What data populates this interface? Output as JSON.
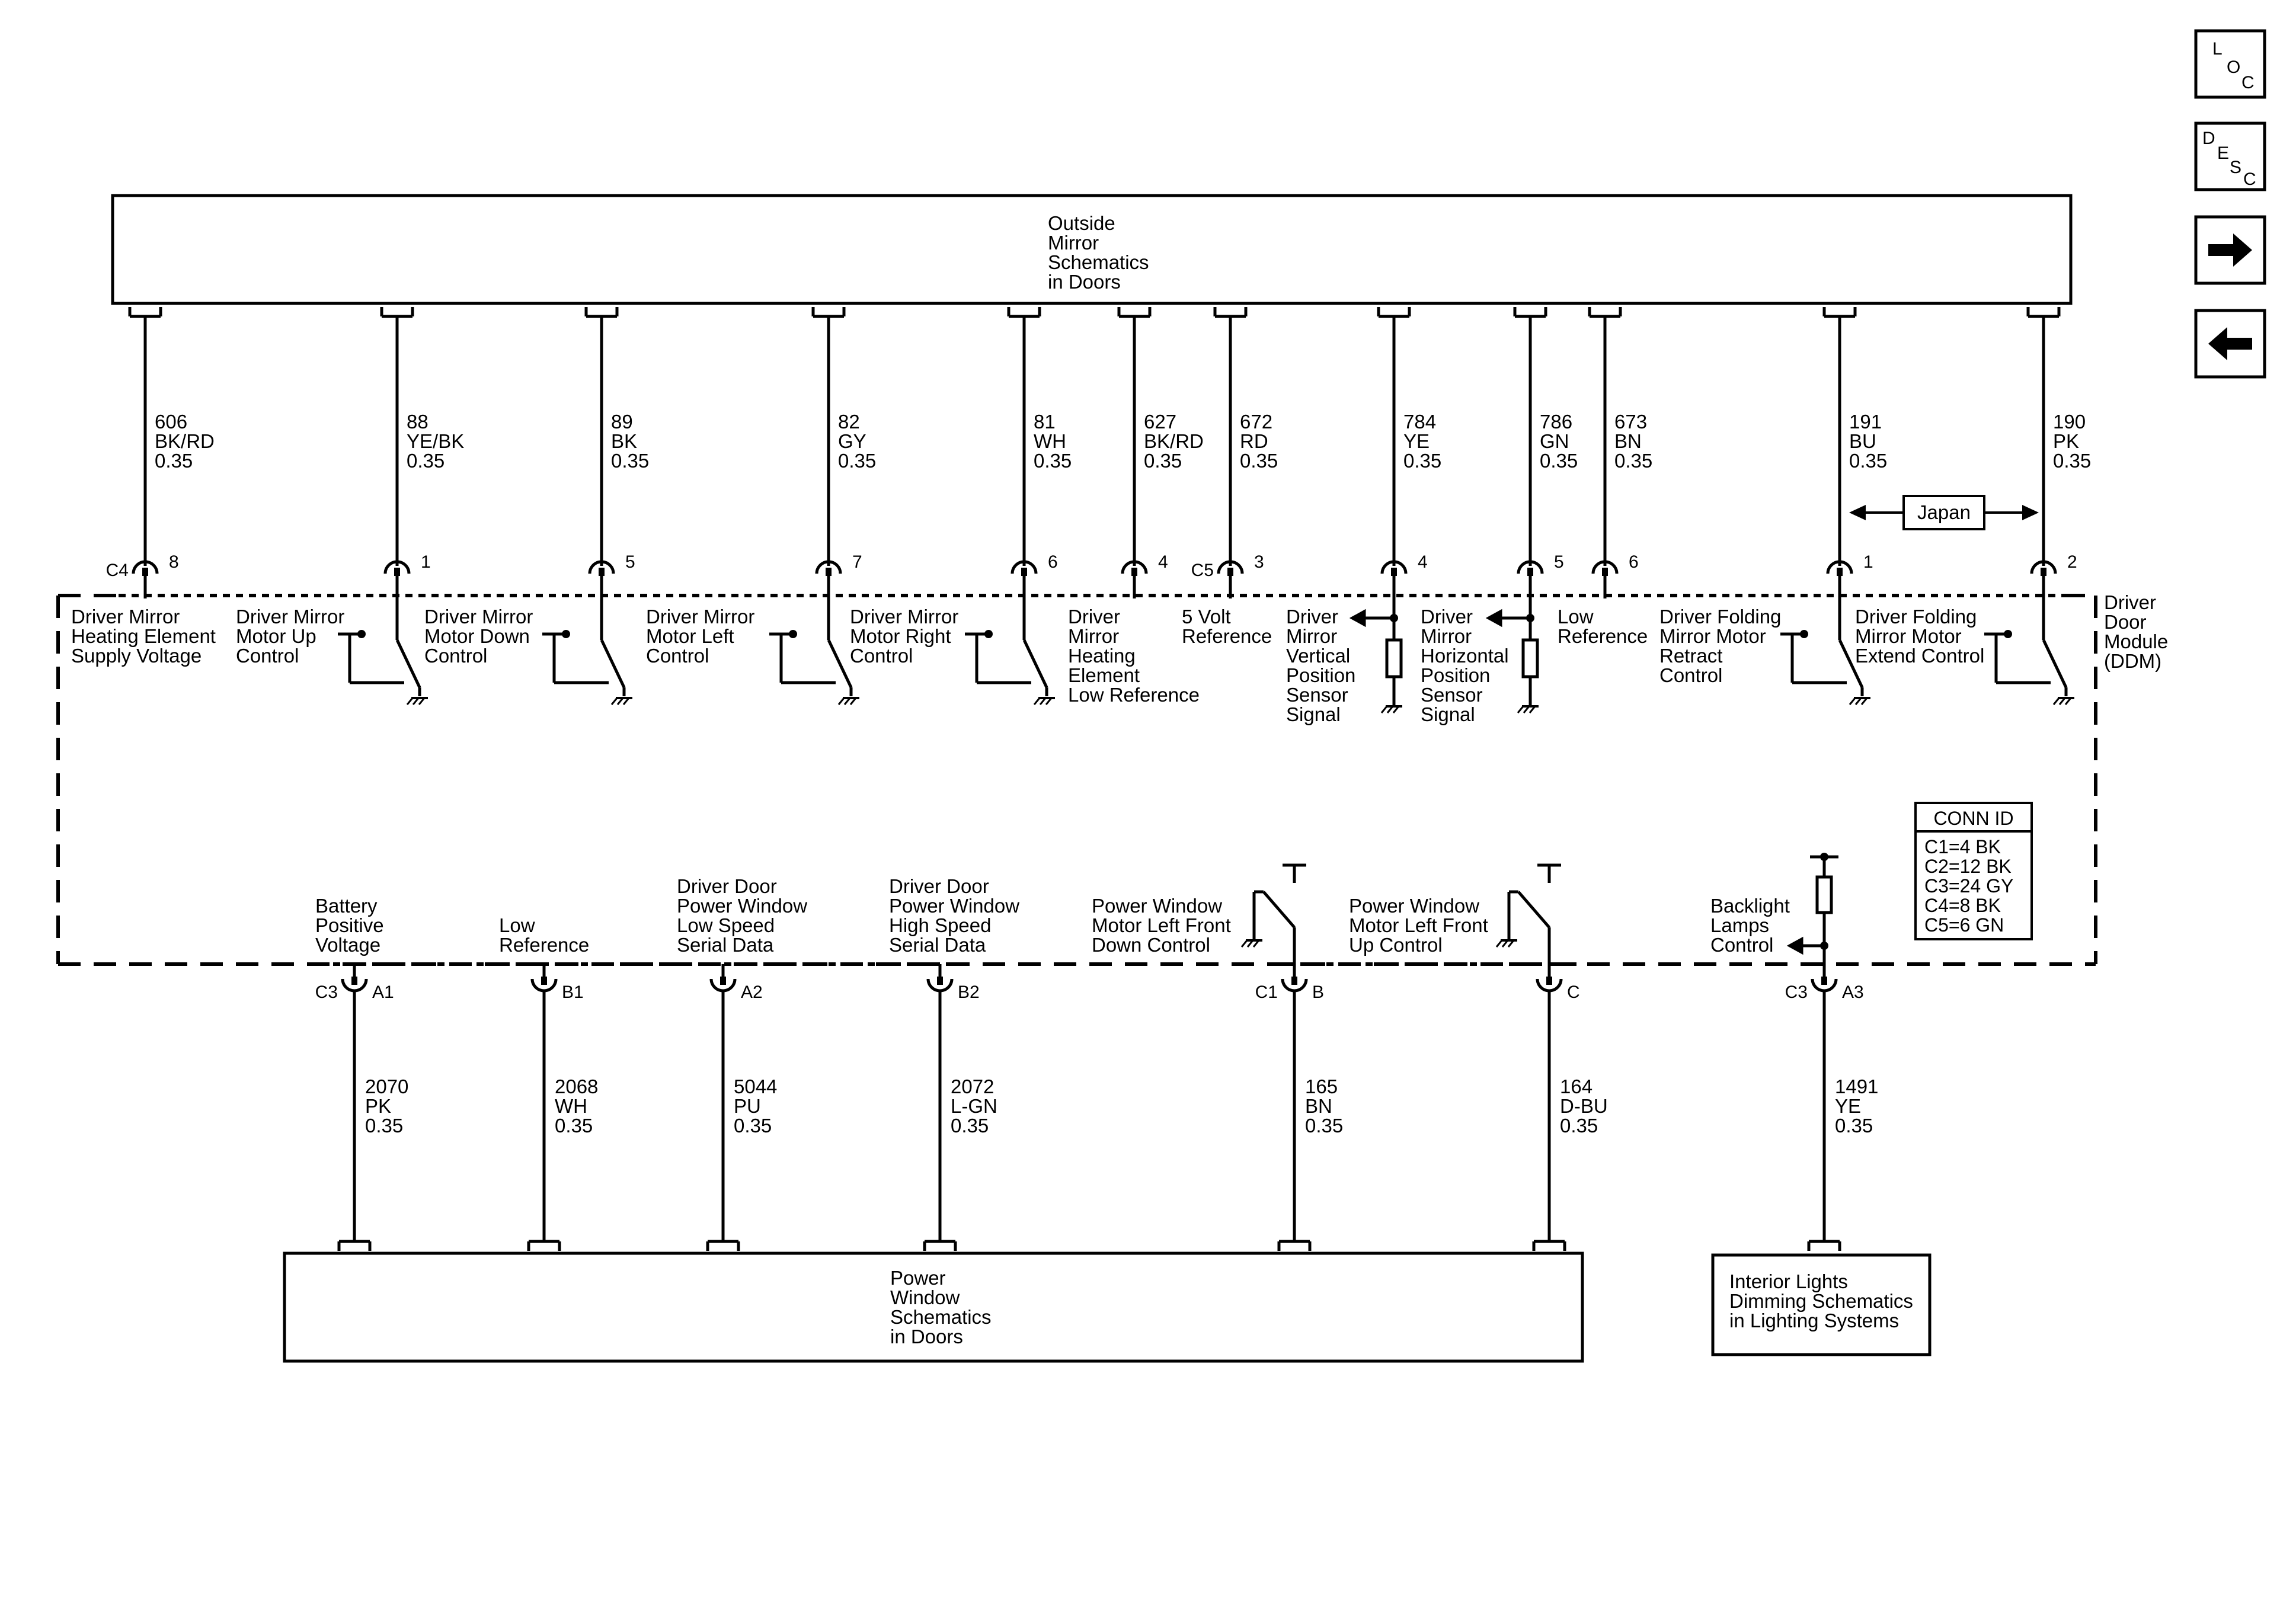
{
  "nav": {
    "loc": [
      "L",
      "O",
      "C"
    ],
    "desc": [
      "D",
      "E",
      "S",
      "C"
    ],
    "forward_icon": "arrow-right-icon",
    "back_icon": "arrow-left-icon"
  },
  "top_box": {
    "lines": [
      "Outside",
      "Mirror",
      "Schematics",
      "in Doors"
    ]
  },
  "bottom_box": {
    "lines": [
      "Power",
      "Window",
      "Schematics",
      "in Doors"
    ]
  },
  "lights_box": {
    "lines": [
      "Interior Lights",
      "Dimming Schematics",
      "in Lighting Systems"
    ]
  },
  "module": {
    "lines": [
      "Driver",
      "Door",
      "Module",
      "(DDM)"
    ]
  },
  "japan_label": "Japan",
  "conn_id": {
    "title": "CONN ID",
    "rows": [
      "C1=4 BK",
      "C2=12 BK",
      "C3=24 GY",
      "C4=8 BK",
      "C5=6 GN"
    ]
  },
  "top_circuits": [
    {
      "conn": "C4",
      "pin": "8",
      "circuit": "606",
      "color": "BK/RD",
      "size": "0.35",
      "func": [
        "Driver Mirror",
        "Heating Element",
        "Supply Voltage"
      ]
    },
    {
      "conn": "",
      "pin": "1",
      "circuit": "88",
      "color": "YE/BK",
      "size": "0.35",
      "func": [
        "Driver Mirror",
        "Motor Up",
        "Control"
      ]
    },
    {
      "conn": "",
      "pin": "5",
      "circuit": "89",
      "color": "BK",
      "size": "0.35",
      "func": [
        "Driver Mirror",
        "Motor Down",
        "Control"
      ]
    },
    {
      "conn": "",
      "pin": "7",
      "circuit": "82",
      "color": "GY",
      "size": "0.35",
      "func": [
        "Driver Mirror",
        "Motor Left",
        "Control"
      ]
    },
    {
      "conn": "",
      "pin": "6",
      "circuit": "81",
      "color": "WH",
      "size": "0.35",
      "func": [
        "Driver Mirror",
        "Motor Right",
        "Control"
      ]
    },
    {
      "conn": "",
      "pin": "4",
      "circuit": "627",
      "color": "BK/RD",
      "size": "0.35",
      "func": [
        "Driver",
        "Mirror",
        "Heating",
        "Element",
        "Low Reference"
      ]
    },
    {
      "conn": "C5",
      "pin": "3",
      "circuit": "672",
      "color": "RD",
      "size": "0.35",
      "func": [
        "5 Volt",
        "Reference"
      ]
    },
    {
      "conn": "",
      "pin": "4",
      "circuit": "784",
      "color": "YE",
      "size": "0.35",
      "func": [
        "Driver",
        "Mirror",
        "Vertical",
        "Position",
        "Sensor",
        "Signal"
      ]
    },
    {
      "conn": "",
      "pin": "5",
      "circuit": "786",
      "color": "GN",
      "size": "0.35",
      "func": [
        "Driver",
        "Mirror",
        "Horizontal",
        "Position",
        "Sensor",
        "Signal"
      ]
    },
    {
      "conn": "",
      "pin": "6",
      "circuit": "673",
      "color": "BN",
      "size": "0.35",
      "func": [
        "Low",
        "Reference"
      ]
    },
    {
      "conn": "",
      "pin": "1",
      "circuit": "191",
      "color": "BU",
      "size": "0.35",
      "func": [
        "Driver Folding",
        "Mirror Motor",
        "Retract",
        "Control"
      ]
    },
    {
      "conn": "",
      "pin": "2",
      "circuit": "190",
      "color": "PK",
      "size": "0.35",
      "func": [
        "Driver Folding",
        "Mirror Motor",
        "Extend Control"
      ]
    }
  ],
  "bottom_circuits": [
    {
      "conn": "C3",
      "pin": "A1",
      "circuit": "2070",
      "color": "PK",
      "size": "0.35",
      "func": [
        "Battery",
        "Positive",
        "Voltage"
      ]
    },
    {
      "conn": "",
      "pin": "B1",
      "circuit": "2068",
      "color": "WH",
      "size": "0.35",
      "func": [
        "Low",
        "Reference"
      ]
    },
    {
      "conn": "",
      "pin": "A2",
      "circuit": "5044",
      "color": "PU",
      "size": "0.35",
      "func": [
        "Driver Door",
        "Power Window",
        "Low Speed",
        "Serial Data"
      ]
    },
    {
      "conn": "",
      "pin": "B2",
      "circuit": "2072",
      "color": "L-GN",
      "size": "0.35",
      "func": [
        "Driver Door",
        "Power Window",
        "High Speed",
        "Serial Data"
      ]
    },
    {
      "conn": "C1",
      "pin": "B",
      "circuit": "165",
      "color": "BN",
      "size": "0.35",
      "func": [
        "Power Window",
        "Motor Left Front",
        "Down Control"
      ]
    },
    {
      "conn": "",
      "pin": "C",
      "circuit": "164",
      "color": "D-BU",
      "size": "0.35",
      "func": [
        "Power Window",
        "Motor Left Front",
        "Up Control"
      ]
    },
    {
      "conn": "C3",
      "pin": "A3",
      "circuit": "1491",
      "color": "YE",
      "size": "0.35",
      "func": [
        "Backlight",
        "Lamps",
        "Control"
      ]
    }
  ]
}
